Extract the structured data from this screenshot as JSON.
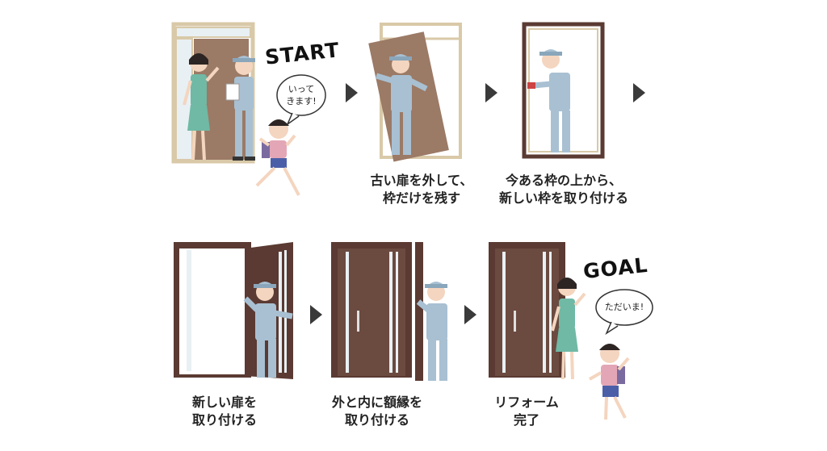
{
  "start_label": "START",
  "goal_label": "GOAL",
  "bubble_start": [
    "いって",
    "きます!"
  ],
  "bubble_goal": "ただいま!",
  "steps": [
    {
      "caption": [
        "古い扉を外して、",
        "枠だけを残す"
      ]
    },
    {
      "caption": [
        "今ある枠の上から、",
        "新しい枠を取り付ける"
      ]
    },
    {
      "caption": [
        "新しい扉を",
        "取り付ける"
      ]
    },
    {
      "caption": [
        "外と内に額縁を",
        "取り付ける"
      ]
    },
    {
      "caption": [
        "リフォーム",
        "完了"
      ]
    }
  ],
  "colors": {
    "door_brown": "#5a3a32",
    "old_door": "#9b7a66",
    "old_frame": "#d9c9a8",
    "worker_blue": "#a8c0d2",
    "woman_green": "#6fb9a5",
    "arrow": "#3a3a3a"
  }
}
